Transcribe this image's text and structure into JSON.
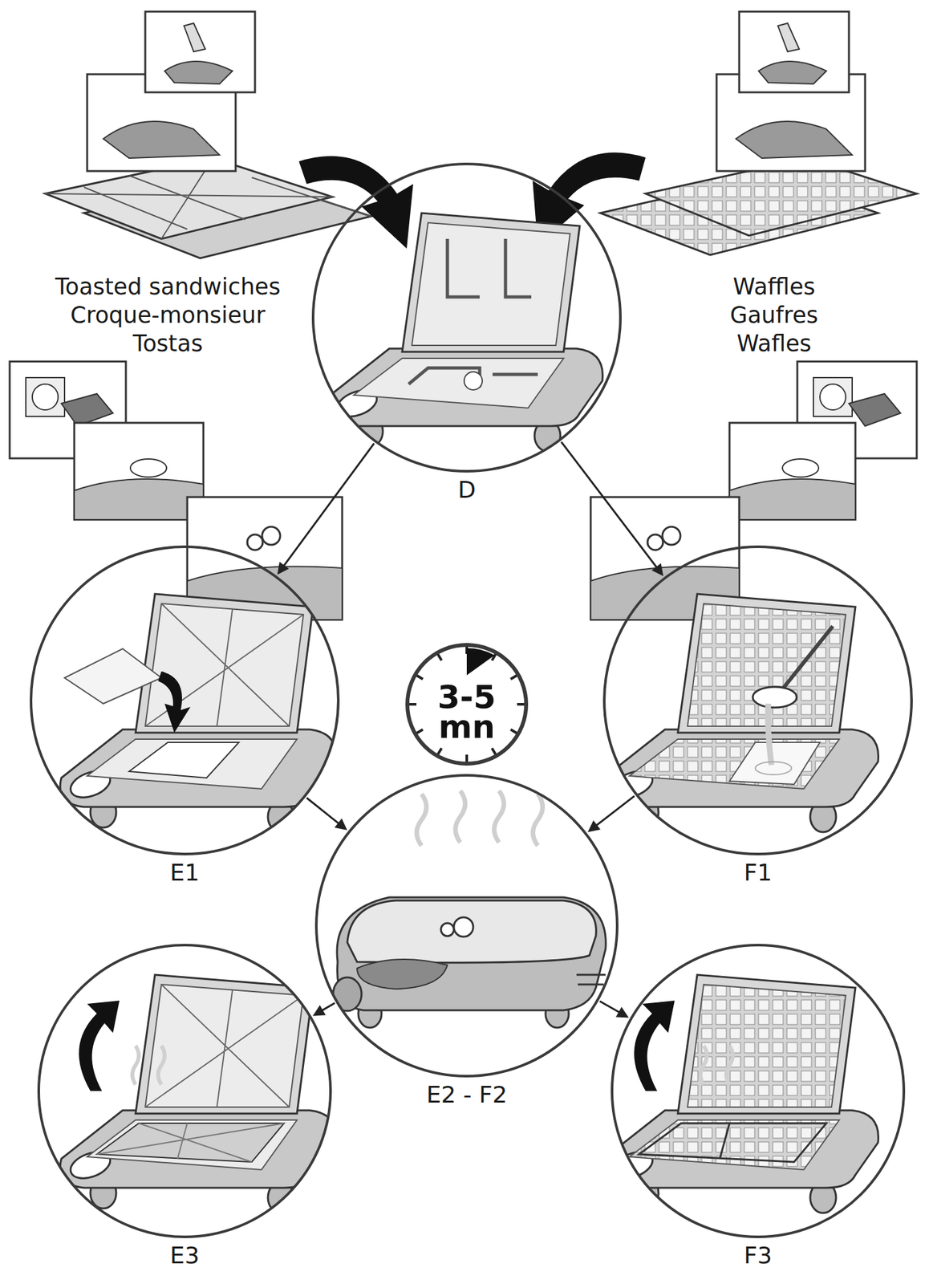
{
  "diagram": {
    "nodes": [
      {
        "text": [
          "D"
        ]
      },
      {
        "text": [
          "E1"
        ]
      },
      {
        "text": [
          "F1"
        ]
      },
      {
        "text": [
          "3-5 mn"
        ]
      },
      {
        "text": [
          "E2 - F2"
        ]
      },
      {
        "text": [
          "E3"
        ]
      },
      {
        "text": [
          "F3"
        ]
      }
    ],
    "edges": [
      {
        "from": 0,
        "to": 1,
        "arrow": "to"
      },
      {
        "from": 0,
        "to": 2,
        "arrow": "to"
      },
      {
        "from": 1,
        "to": 4,
        "arrow": "to"
      },
      {
        "from": 2,
        "to": 4,
        "arrow": "to"
      },
      {
        "from": 4,
        "to": 5,
        "arrow": "to"
      },
      {
        "from": 4,
        "to": 6,
        "arrow": "to"
      }
    ],
    "labels": [
      "Toasted sandwiches",
      "Croque-monsieur",
      "Tostas",
      "Waffles",
      "Gaufres",
      "Wafles"
    ]
  }
}
